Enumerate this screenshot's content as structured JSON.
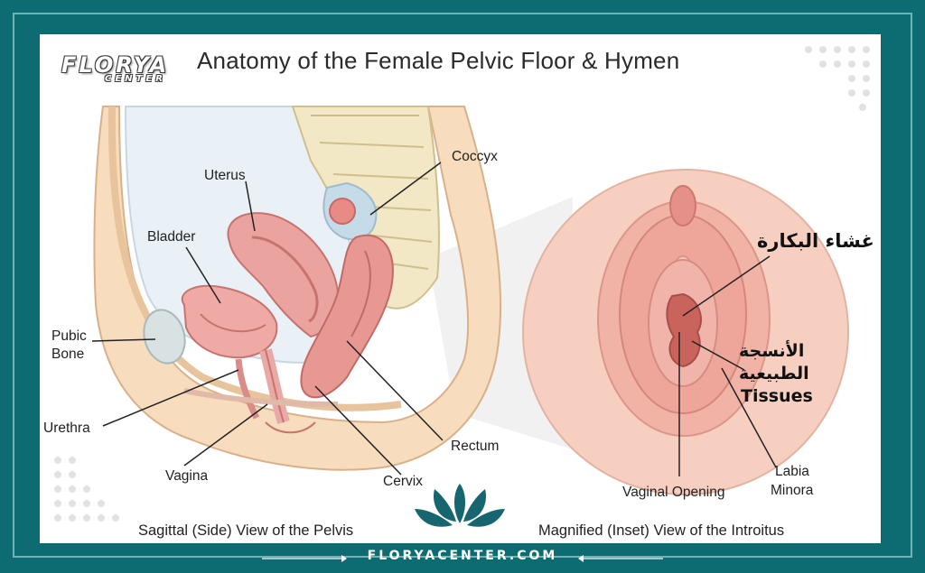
{
  "title": "Anatomy of the Female Pelvic Floor & Hymen",
  "logo": {
    "main": "FLORYA",
    "sub": "CENTER"
  },
  "labels": {
    "uterus": "Uterus",
    "coccyx": "Coccyx",
    "bladder": "Bladder",
    "pubic_bone_1": "Pubic",
    "pubic_bone_2": "Bone",
    "urethra": "Urethra",
    "vagina": "Vagina",
    "rectum": "Rectum",
    "cervix": "Cervix",
    "hymen_ar": "غشاء البكارة",
    "tissues_ar_1": "الأنسجة",
    "tissues_ar_2": "الطبيعية",
    "tissues_en": "Tissues",
    "vaginal_opening": "Vaginal Opening",
    "labia_1": "Labia",
    "labia_2": "Minora"
  },
  "captions": {
    "left": "Sagittal (Side) View of the Pelvis",
    "right": "Magnified (Inset) View of the Introitus"
  },
  "footer": {
    "url": "FLORYACENTER.COM"
  },
  "colors": {
    "frame": "#0d6b72",
    "skin": "#f6d9b8",
    "organ": "#e79a9a",
    "bone": "#f1e6c4",
    "inset_bg": "#f4c6b5"
  }
}
